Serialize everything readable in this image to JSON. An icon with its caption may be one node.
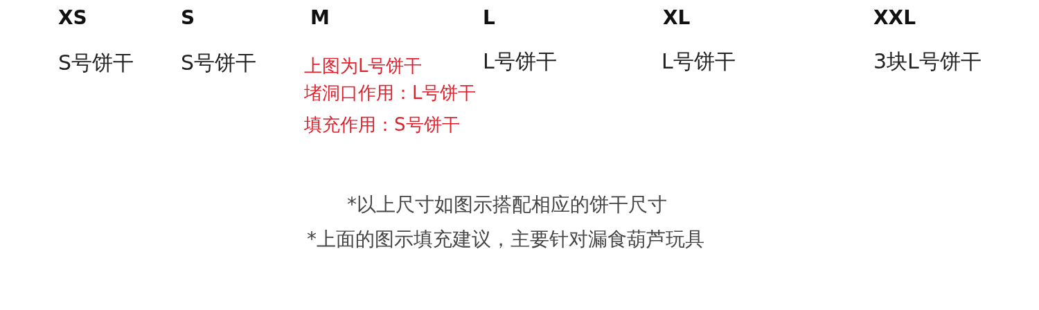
{
  "diagram": {
    "labels": [
      "XS",
      "S",
      "M",
      "L",
      "XL",
      "XXL",
      "S号饼干",
      "S号饼干",
      "上图为L号饼干",
      "堵洞口作用：L号饼干",
      "填充作用：S号饼干",
      "L号饼干",
      "L号饼干",
      "3块L号饼干",
      "*以上尺寸如图示搭配相应的饼干尺寸",
      "*上面的图示填充建议，主要针对漏食葫芦玩具"
    ]
  }
}
